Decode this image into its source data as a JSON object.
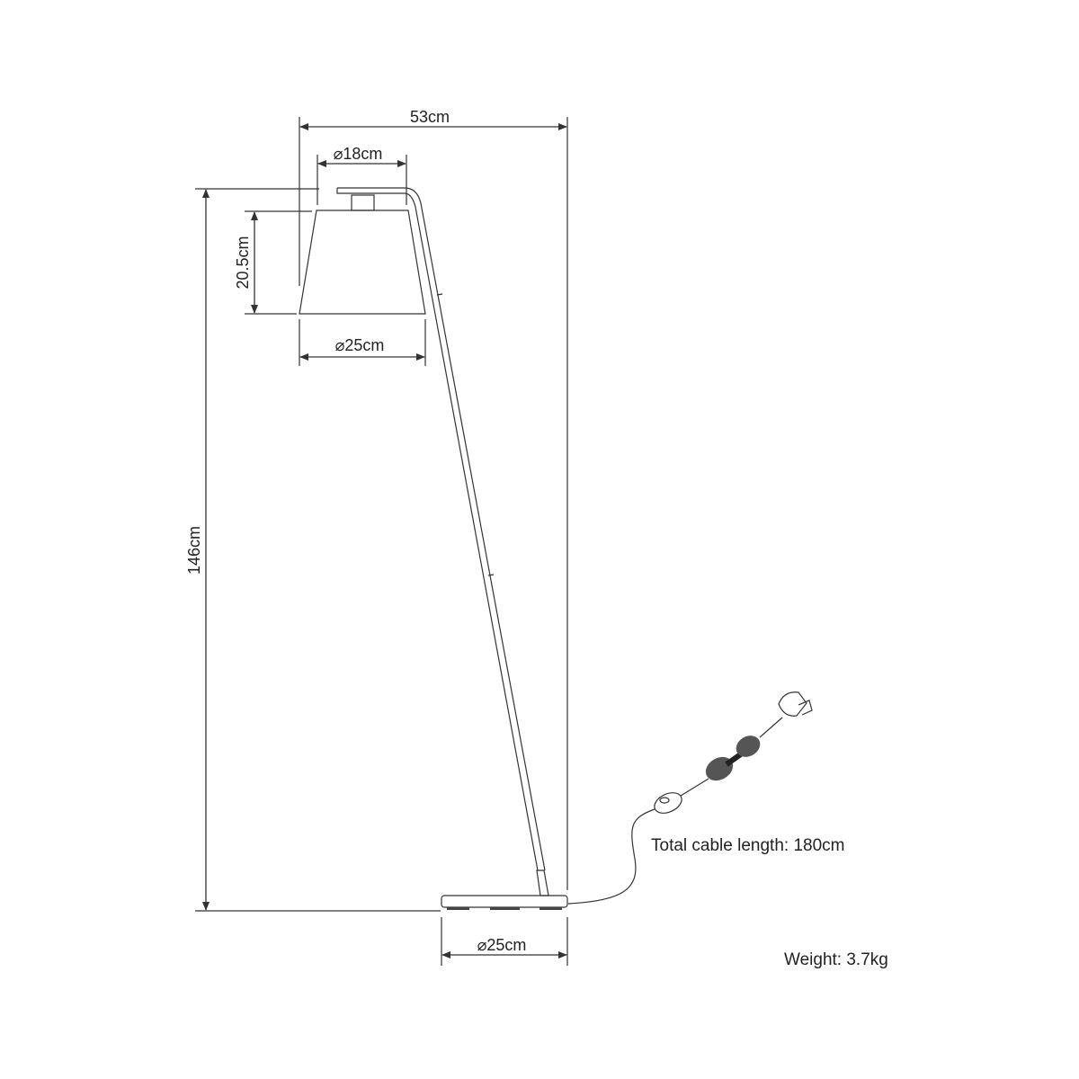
{
  "dimensions": {
    "overall_width": "53cm",
    "shade_top_diameter": "⌀18cm",
    "shade_height": "20.5cm",
    "shade_bottom_diameter": "⌀25cm",
    "overall_height": "146cm",
    "base_diameter": "⌀25cm"
  },
  "notes": {
    "cable_length": "Total cable length: 180cm",
    "weight": "Weight: 3.7kg"
  },
  "colors": {
    "line": "#333333",
    "background": "#ffffff"
  }
}
